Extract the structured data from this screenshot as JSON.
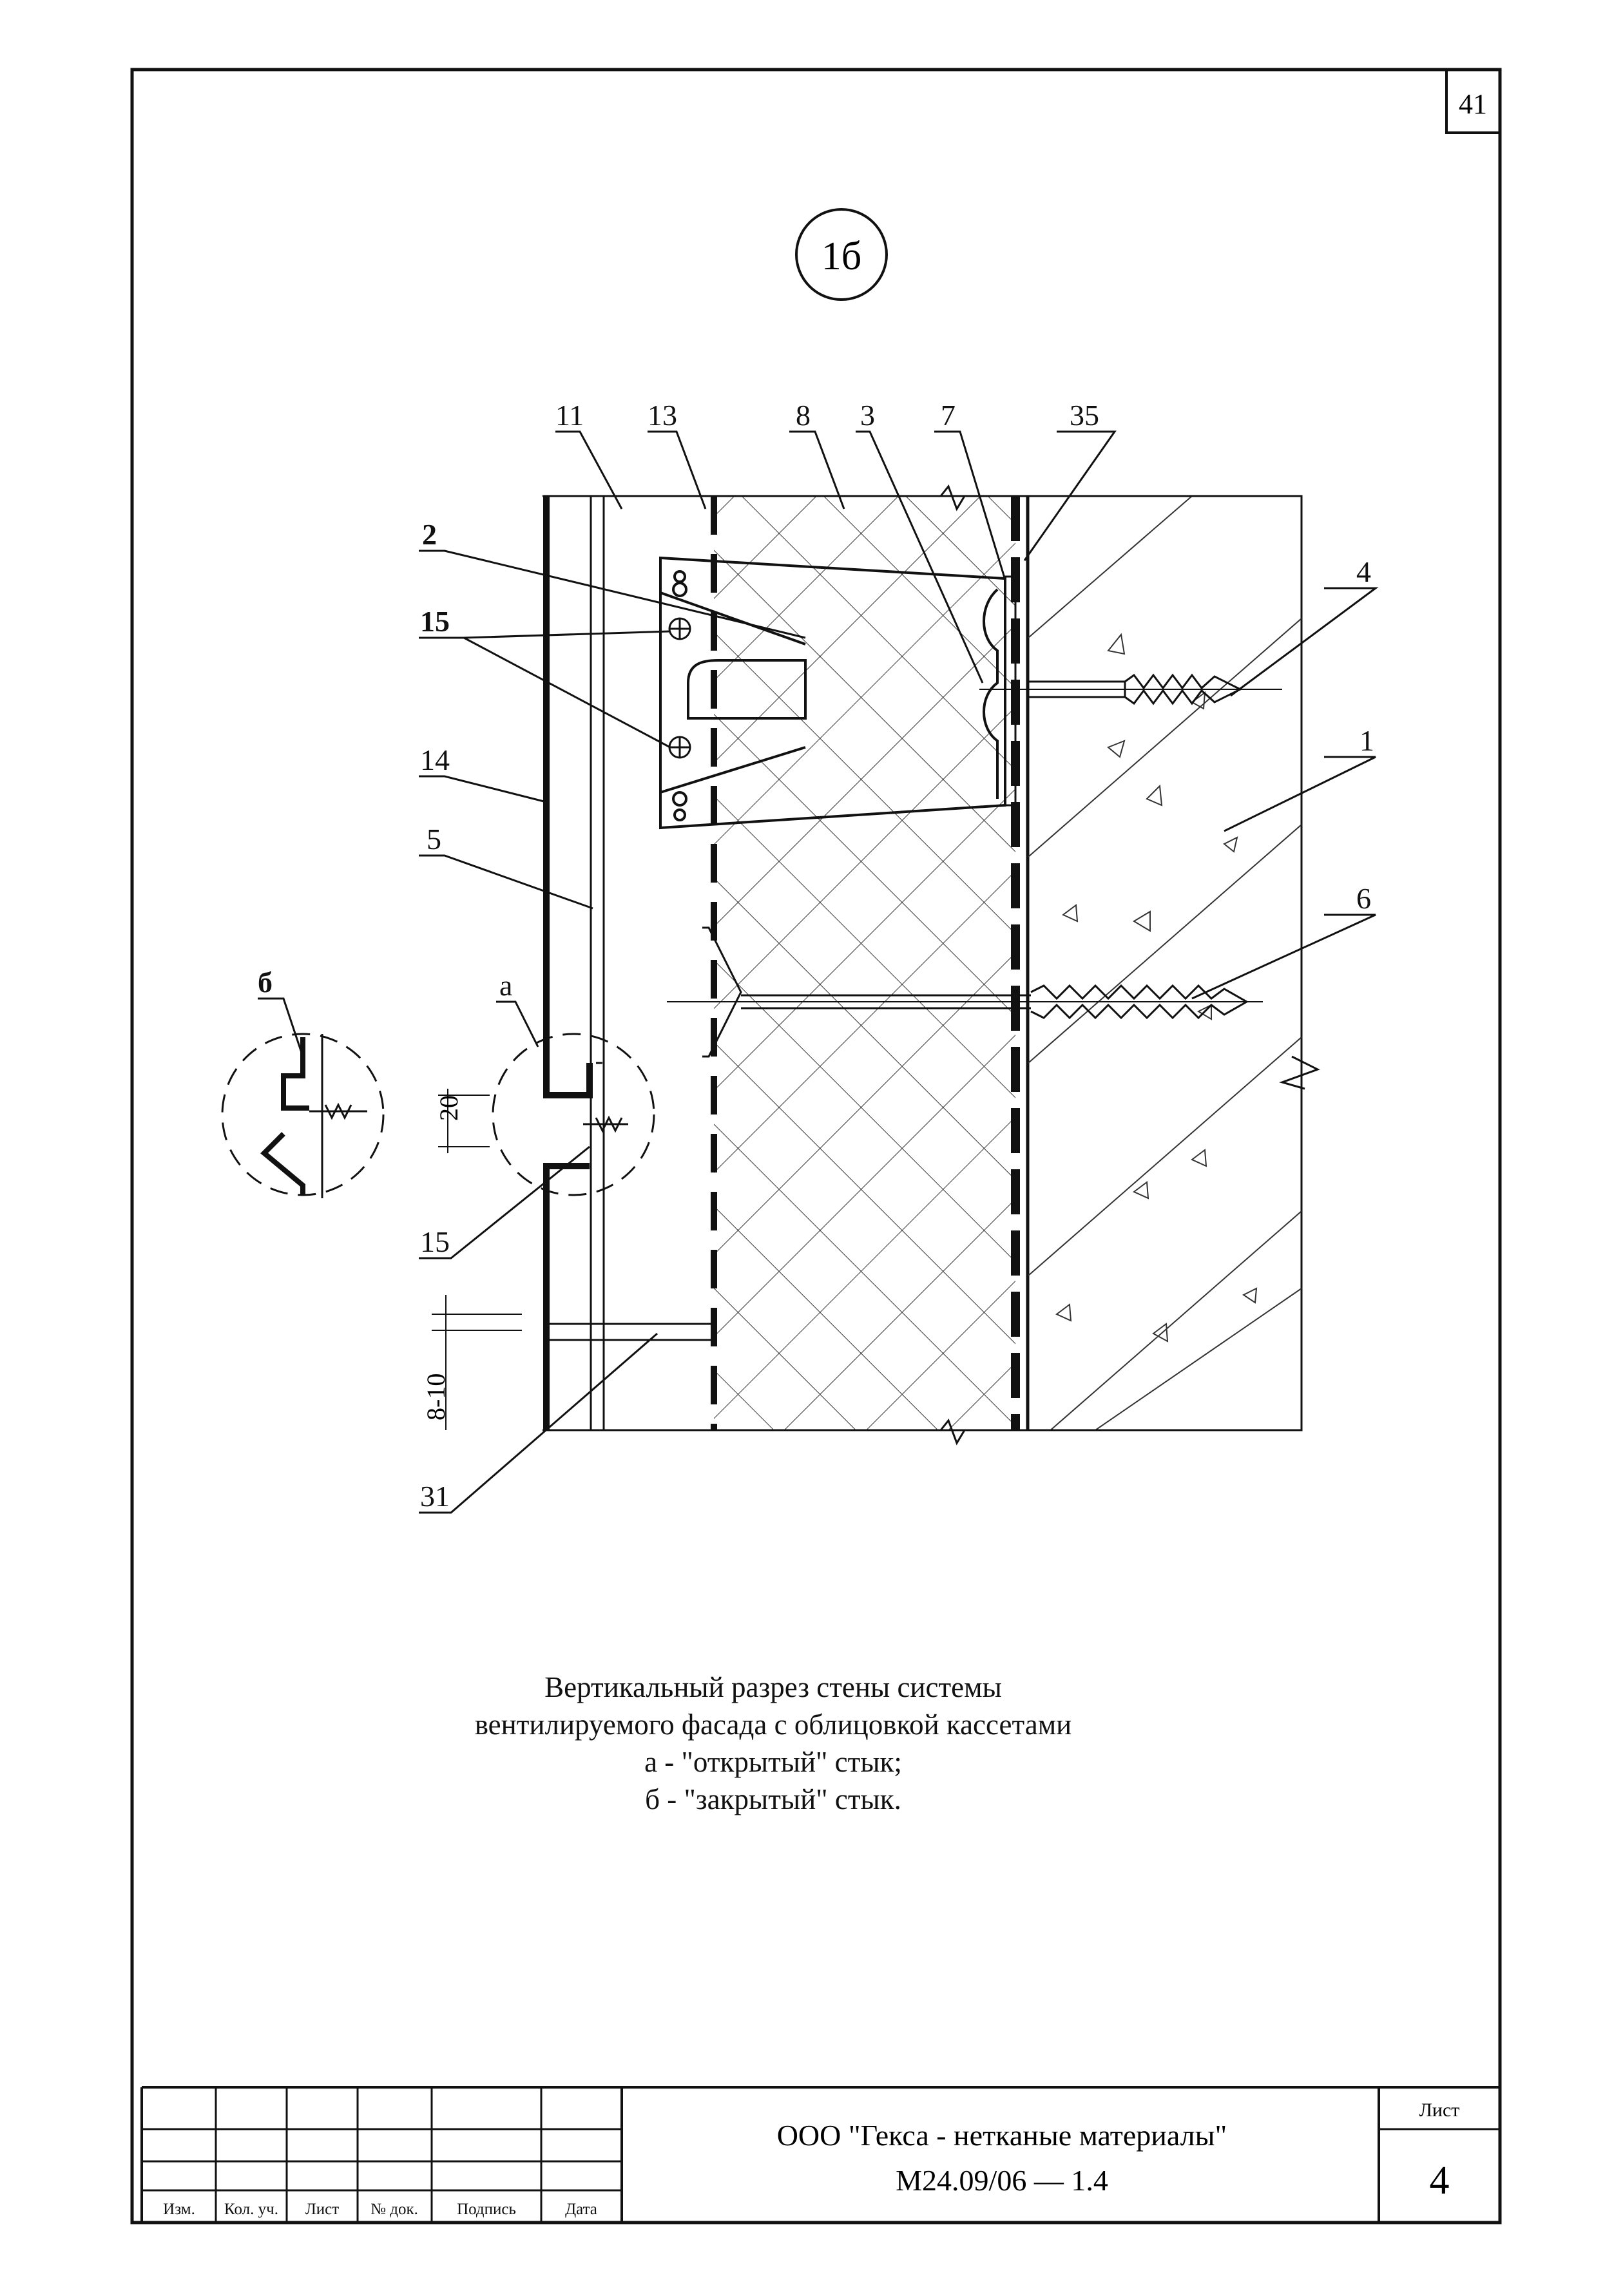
{
  "sheet_number_top": "41",
  "section_label": "1б",
  "callouts": {
    "c11": "11",
    "c13": "13",
    "c8": "8",
    "c3": "3",
    "c7": "7",
    "c35": "35",
    "c2": "2",
    "c15a": "15",
    "c4": "4",
    "c14": "14",
    "c1": "1",
    "c5": "5",
    "c6": "6",
    "c15b": "15",
    "c31": "31",
    "detail_a": "а",
    "detail_b": "б"
  },
  "dimensions": {
    "gap": "20",
    "offset": "8-10"
  },
  "caption": {
    "line1": "Вертикальный  разрез  стены системы",
    "line2": "вентилируемого фасада с облицовкой  кассетами",
    "line3": "а - \"открытый\"  стык;",
    "line4": "б - \"закрытый\"  стык."
  },
  "title_block": {
    "headers": [
      "Изм.",
      "Кол. уч.",
      "Лист",
      "№ док.",
      "Подпись",
      "Дата"
    ],
    "company": "ООО \"Гекса - нетканые материалы\"",
    "doc_code": "М24.09/06  —  1.4",
    "sheet_label": "Лист",
    "sheet_value": "4"
  }
}
